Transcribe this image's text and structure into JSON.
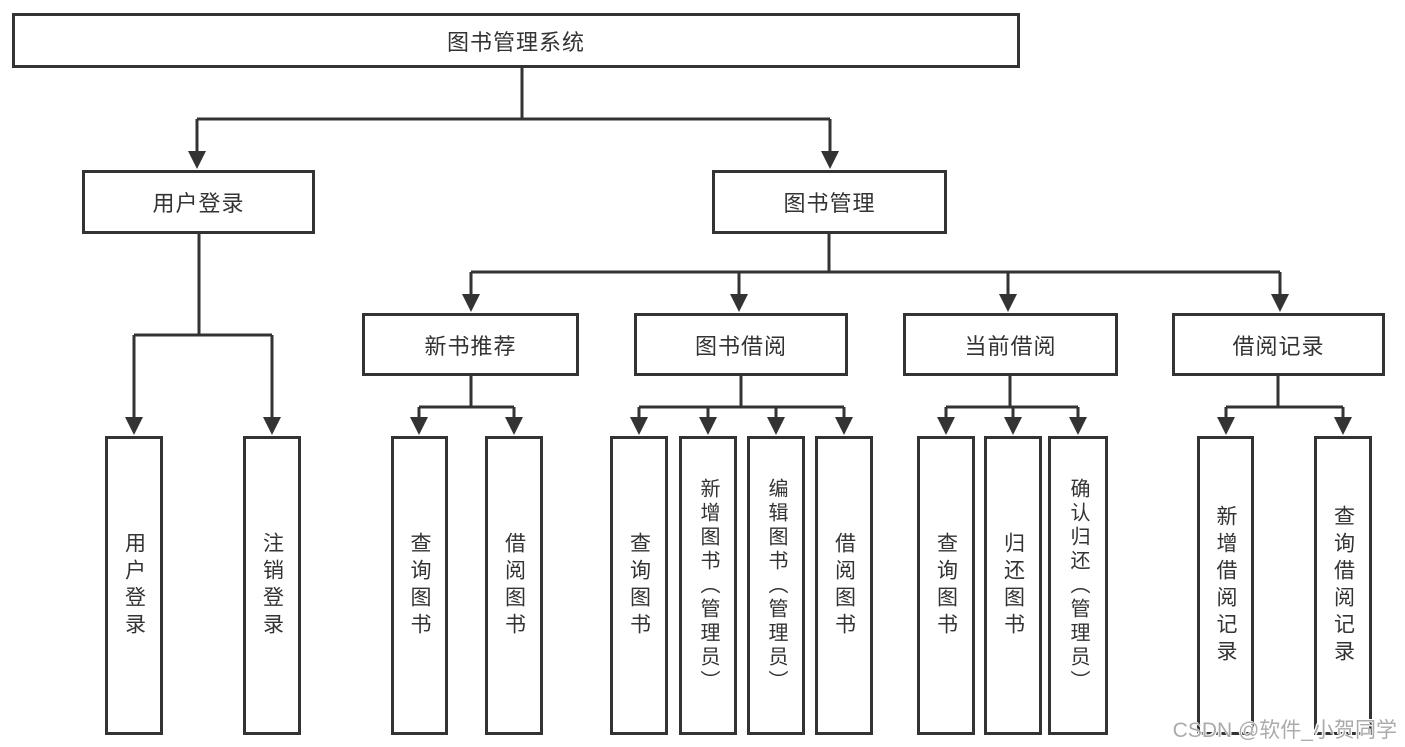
{
  "diagram": {
    "type": "tree",
    "colors": {
      "line": "#333333",
      "text": "#333333",
      "background": "#ffffff",
      "watermark_text": "#ababab"
    },
    "tree": {
      "label": "图书管理系统",
      "children": [
        {
          "label": "用户登录",
          "children": [
            {
              "label": "用户登录"
            },
            {
              "label": "注销登录"
            }
          ]
        },
        {
          "label": "图书管理",
          "children": [
            {
              "label": "新书推荐",
              "children": [
                {
                  "label": "查询图书"
                },
                {
                  "label": "借阅图书"
                }
              ]
            },
            {
              "label": "图书借阅",
              "children": [
                {
                  "label": "查询图书"
                },
                {
                  "label": "新增图书（管理员）"
                },
                {
                  "label": "编辑图书（管理员）"
                },
                {
                  "label": "借阅图书"
                }
              ]
            },
            {
              "label": "当前借阅",
              "children": [
                {
                  "label": "查询图书"
                },
                {
                  "label": "归还图书"
                },
                {
                  "label": "确认归还（管理员）"
                }
              ]
            },
            {
              "label": "借阅记录",
              "children": [
                {
                  "label": "新增借阅记录"
                },
                {
                  "label": "查询借阅记录"
                }
              ]
            }
          ]
        }
      ]
    },
    "watermark": {
      "text": "CSDN @软件_小贺同学"
    }
  }
}
